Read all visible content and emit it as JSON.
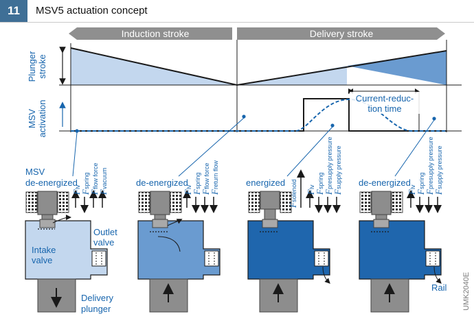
{
  "header": {
    "number": "11",
    "title": "MSV5 actuation concept"
  },
  "strokes": {
    "induction": "Induction stroke",
    "delivery": "Delivery stroke"
  },
  "axis": {
    "plunger_1": "Plunger",
    "plunger_2": "stroke",
    "msv_1": "MSV",
    "msv_2": "activation"
  },
  "current_reduction": {
    "line1": "Current-reduc-",
    "line2": "tion time"
  },
  "states": {
    "s1_line1": "MSV",
    "s1_line2": "de-energized",
    "s2": "de-energized",
    "s3": "energized",
    "s4": "de-energized"
  },
  "forces": {
    "F": "F",
    "lv": "lv",
    "spring": "spring",
    "flow_force": "flow force",
    "vacuum": "vacuum",
    "return_flow": "return flow",
    "solenoid": "solenoid",
    "presupply": "presupply pressure",
    "supply": "supply pressure"
  },
  "labels": {
    "outlet_1": "Outlet",
    "outlet_2": "valve",
    "intake_1": "Intake",
    "intake_2": "valve",
    "delivery_1": "Delivery",
    "delivery_2": "plunger",
    "rail": "Rail"
  },
  "code": "UMK2040E",
  "colors": {
    "light": "#c3d7ee",
    "mid": "#6a9bd0",
    "dark": "#1f66ad",
    "text": "#1765ad",
    "gray": "#7b7b7b"
  }
}
